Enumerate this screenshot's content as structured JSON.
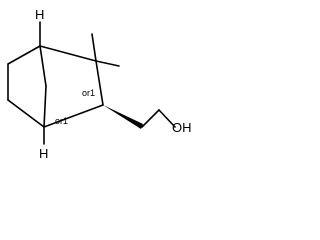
{
  "structure": {
    "atoms": {
      "top_h": "H",
      "bottom_h": "H",
      "hydroxyl": "OH"
    },
    "stereo_labels": {
      "c2": "or1",
      "c1": "or1"
    }
  }
}
